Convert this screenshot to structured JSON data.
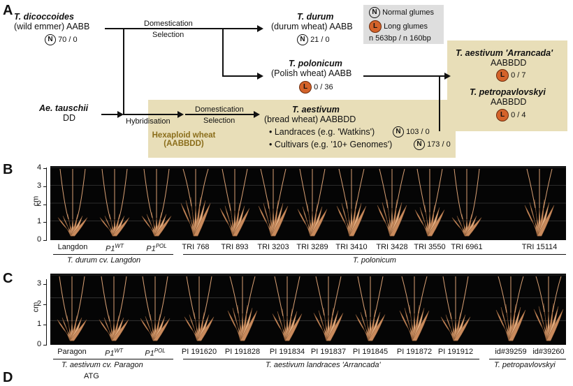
{
  "panelA": {
    "label": "A",
    "dicoccoides": {
      "name": "T. dicoccoides",
      "common": "(wild emmer) AABB",
      "count": "70 / 0",
      "badge": "N"
    },
    "arrow1": {
      "top": "Domestication",
      "bottom": "Selection"
    },
    "durum": {
      "name": "T. durum",
      "common": "(durum wheat) AABB",
      "count": "21 / 0",
      "badge": "N"
    },
    "legend": {
      "n_badge": "N",
      "n_label": "Normal glumes",
      "l_badge": "L",
      "l_label": "Long glumes",
      "note": "n 563bp / n 160bp"
    },
    "polonicum": {
      "name": "T. polonicum",
      "common": "(Polish wheat) AABB",
      "count": "0 / 36",
      "badge": "L"
    },
    "tauschii": {
      "name": "Ae. tauschii",
      "genome": "DD"
    },
    "hybridisation": "Hybridisation",
    "arrow2": {
      "top": "Domestication",
      "bottom": "Selection"
    },
    "aestivum": {
      "name": "T. aestivum",
      "common": "(bread wheat) AABBDD"
    },
    "landraces": {
      "text": "Landraces (e.g. 'Watkins')",
      "count": "103 / 0",
      "badge": "N"
    },
    "cultivars": {
      "text": "Cultivars (e.g. '10+ Genomes')",
      "count": "173 / 0",
      "badge": "N"
    },
    "hexaploid": {
      "line1": "Hexaploid wheat",
      "line2": "(AABBDD)"
    },
    "arrancada": {
      "name": "T. aestivum 'Arrancada'",
      "genome": "AABBDD",
      "count": "0 / 7",
      "badge": "L"
    },
    "petropavlovskyi": {
      "name": "T. petropavlovskyi",
      "genome": "AABBDD",
      "count": "0 / 4",
      "badge": "L"
    }
  },
  "panelB": {
    "label": "B",
    "unit": "cm",
    "ticks": [
      "0",
      "1",
      "2",
      "3",
      "4"
    ],
    "samples": [
      "Langdon",
      "P1",
      "P1",
      "TRI 768",
      "TRI 893",
      "TRI 3203",
      "TRI 3289",
      "TRI 3410",
      "TRI 3428",
      "TRI 3550",
      "TRI 6961",
      "TRI 15114"
    ],
    "sup1": "WT",
    "sup2": "POL",
    "group1": "T. durum cv. Langdon",
    "group2": "T. polonicum"
  },
  "panelC": {
    "label": "C",
    "unit": "cm",
    "ticks": [
      "0",
      "1",
      "2",
      "3"
    ],
    "samples": [
      "Paragon",
      "P1",
      "P1",
      "PI 191620",
      "PI 191828",
      "PI 191834",
      "PI 191837",
      "PI 191845",
      "PI 191872",
      "PI 191912",
      "id#39259",
      "id#39260"
    ],
    "sup1": "WT",
    "sup2": "POL",
    "group1": "T. aestivum cv. Paragon",
    "group2": "T. aestivum landraces 'Arrancada'",
    "group3": "T. petropavlovskyi"
  },
  "panelD": {
    "label": "D",
    "fragment": "ATG"
  },
  "colors": {
    "shade": "#e8deb8",
    "long_badge": "#d4632a",
    "hexaploid_text": "#8a6d1a",
    "photo_bg": "#050505",
    "spike": "#d9a074"
  }
}
